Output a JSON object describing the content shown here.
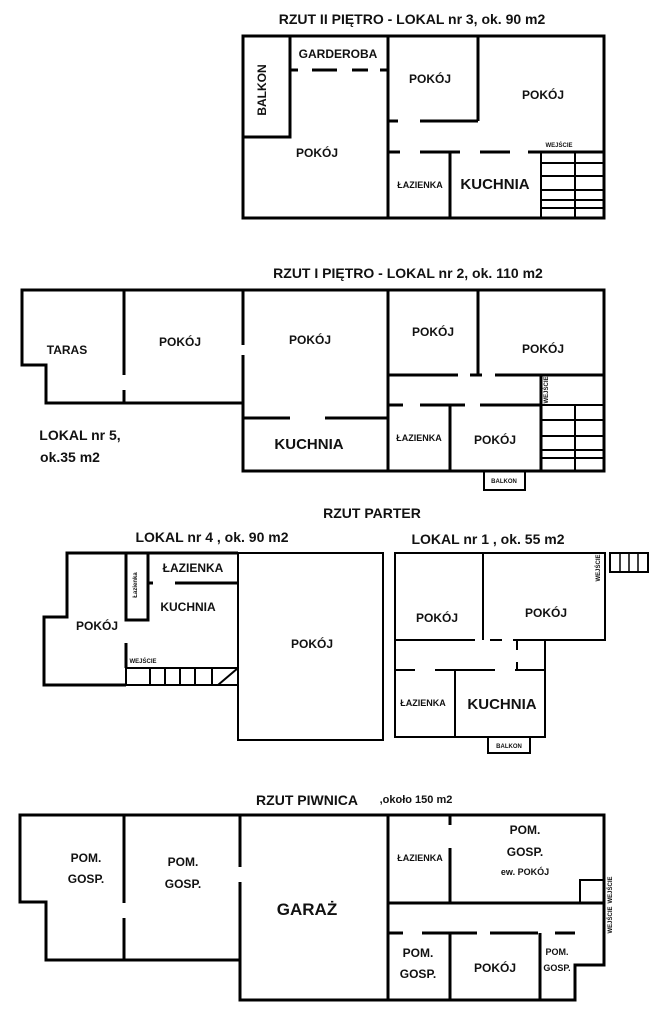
{
  "floor2": {
    "title": "RZUT II PIĘTRO - LOKAL nr 3, ok. 90 m2",
    "rooms": {
      "balkon": "BALKON",
      "garderoba": "GARDEROBA",
      "pokoj_a": "POKÓJ",
      "pokoj_b": "POKÓJ",
      "pokoj_c": "POKÓJ",
      "lazienka": "ŁAZIENKA",
      "kuchnia": "KUCHNIA",
      "wejscie": "WEJŚCIE"
    }
  },
  "floor1": {
    "title": "RZUT  I PIĘTRO - LOKAL nr  2, ok. 110  m2",
    "lokal5_line1": "LOKAL nr 5,",
    "lokal5_line2": "ok.35 m2",
    "rooms": {
      "taras": "TARAS",
      "pokoj_a": "POKÓJ",
      "pokoj_b": "POKÓJ",
      "pokoj_c": "POKÓJ",
      "pokoj_d": "POKÓJ",
      "pokoj_e": "POKÓJ",
      "kuchnia": "KUCHNIA",
      "lazienka": "ŁAZIENKA",
      "wejscie": "WEJŚCIE",
      "balkon": "BALKON"
    }
  },
  "parter": {
    "title": "RZUT  PARTER",
    "lokal4": "LOKAL nr 4 , ok.  90 m2",
    "lokal1": "LOKAL nr 1 , ok.  55  m2",
    "rooms4": {
      "lazienka_small": "Łazienka",
      "lazienka": "ŁAZIENKA",
      "kuchnia": "KUCHNIA",
      "pokoj_a": "POKÓJ",
      "pokoj_b": "POKÓJ",
      "wejscie": "WEJŚCIE"
    },
    "rooms1": {
      "pokoj_a": "POKÓJ",
      "pokoj_b": "POKÓJ",
      "lazienka": "ŁAZIENKA",
      "kuchnia": "KUCHNIA",
      "wejscie": "WEJŚCIE",
      "balkon": "BALKON"
    }
  },
  "piwnica": {
    "title": "RZUT   PIWNICA",
    "area": ",około 150 m2",
    "rooms": {
      "pom": "POM.",
      "gosp": "GOSP.",
      "garaz": "GARAŻ",
      "lazienka": "ŁAZIENKA",
      "ew_pokoj": "ew. POKÓJ",
      "pokoj": "POKÓJ",
      "wejscie": "WEJŚCIE"
    }
  }
}
